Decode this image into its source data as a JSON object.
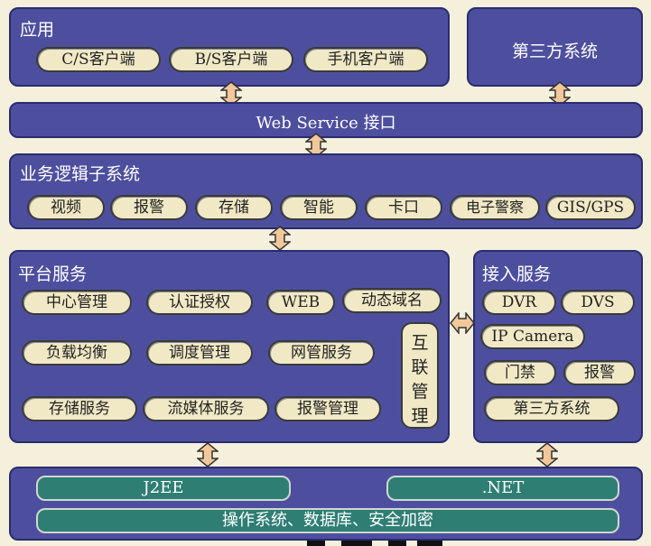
{
  "app_layer": {
    "title": "应用",
    "items": [
      "C/S客户端",
      "B/S客户端",
      "手机客户端"
    ]
  },
  "third_party": {
    "title": "第三方系统"
  },
  "web_service": {
    "title": "Web Service 接口"
  },
  "business": {
    "title": "业务逻辑子系统",
    "items": [
      "视频",
      "报警",
      "存储",
      "智能",
      "卡口",
      "电子警察",
      "GIS/GPS"
    ]
  },
  "platform": {
    "title": "平台服务",
    "row1": [
      "中心管理",
      "认证授权",
      "WEB",
      "动态域名"
    ],
    "row2": [
      "负载均衡",
      "调度管理",
      "网管服务"
    ],
    "row3": [
      "存储服务",
      "流媒体服务",
      "报警管理"
    ],
    "interconnect": [
      "互",
      "联",
      "管",
      "理"
    ]
  },
  "access": {
    "title": "接入服务",
    "items": [
      "DVR",
      "DVS",
      "IP Camera",
      "门禁",
      "报警",
      "第三方系统"
    ]
  },
  "base": {
    "j2ee": "J2EE",
    "dotnet": ".NET",
    "os": "操作系统、数据库、安全加密"
  },
  "colors": {
    "box": "#4d4f9e",
    "pill": "#f1e9c6",
    "green": "#2e7e74",
    "arrow": "#f2c89a"
  }
}
